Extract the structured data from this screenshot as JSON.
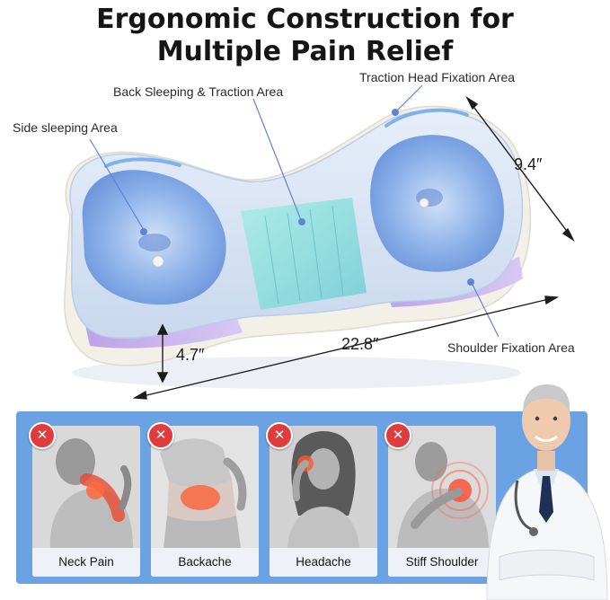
{
  "title": {
    "line1": "Ergonomic Construction for",
    "line2": "Multiple Pain Relief"
  },
  "callouts": {
    "side_sleeping": "Side sleeping Area",
    "back_sleeping": "Back Sleeping & Traction Area",
    "traction_head": "Traction Head Fixation Area",
    "shoulder_fixation": "Shoulder Fixation Area"
  },
  "dimensions": {
    "depth": "9.4″",
    "length": "22.8″",
    "height": "4.7″"
  },
  "conditions": [
    {
      "label": "Neck Pain",
      "icon": "close-icon"
    },
    {
      "label": "Backache",
      "icon": "close-icon"
    },
    {
      "label": "Headache",
      "icon": "close-icon"
    },
    {
      "label": "Stiff Shoulder",
      "icon": "close-icon"
    }
  ],
  "colors": {
    "panel_blue": "#6aa2e3",
    "pillow_blue": "#a9c6ef",
    "gel_cyan": "#8fe0dc",
    "lavender": "#c2a9ee",
    "badge_red": "#e23b3b"
  }
}
